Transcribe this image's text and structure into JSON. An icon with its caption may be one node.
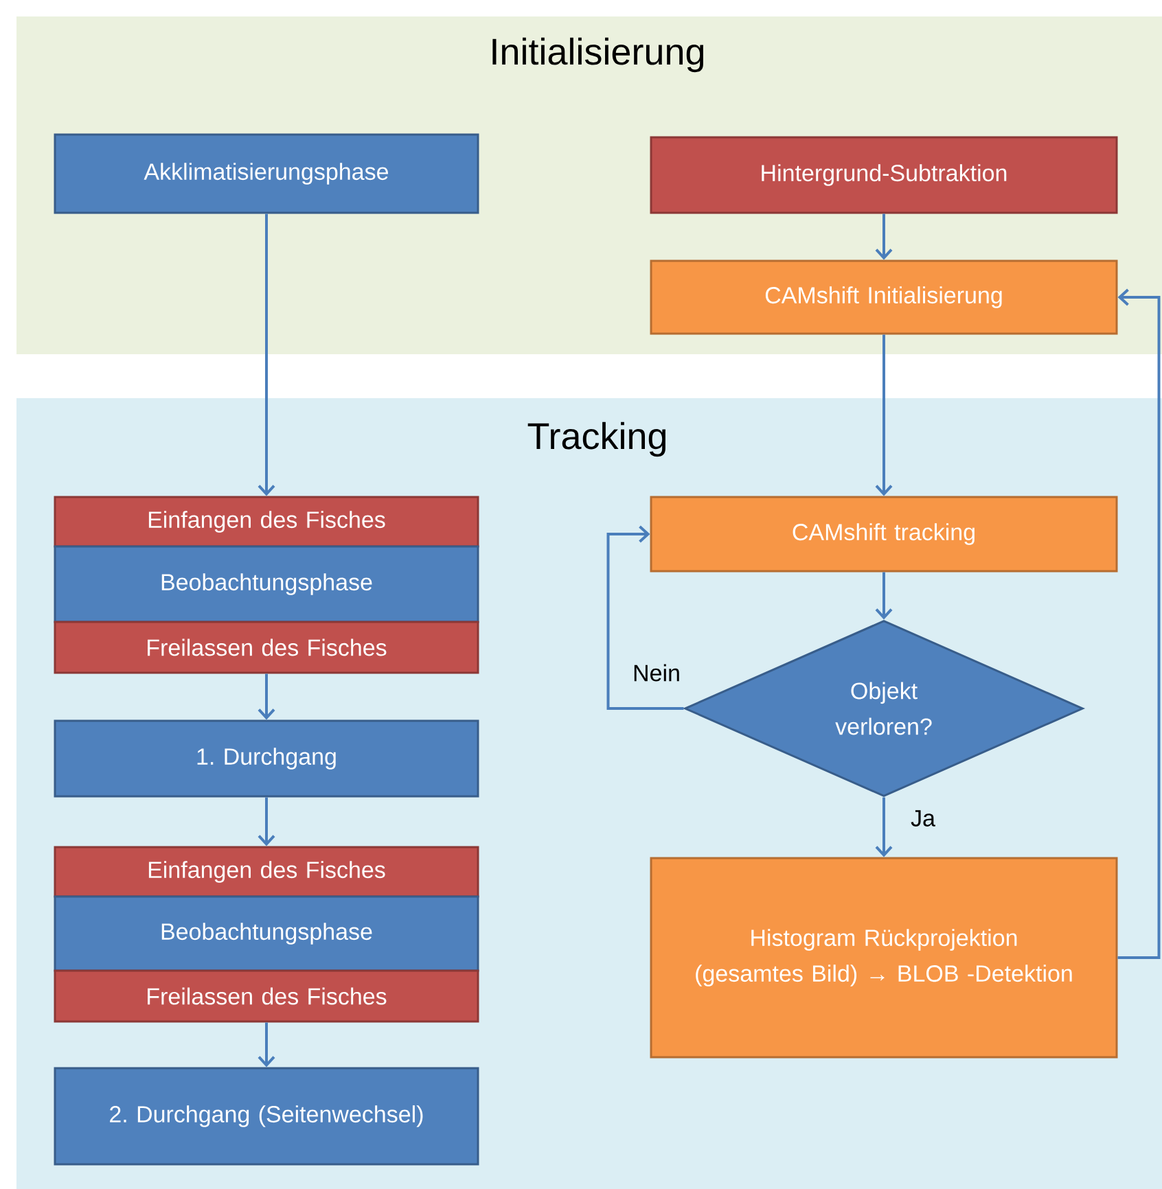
{
  "diagram": {
    "nodes": [
      {
        "text": [
          "Initialisierung"
        ]
      },
      {
        "text": [
          "Tracking"
        ]
      },
      {
        "text": [
          "Akklimatisierungsphase"
        ],
        "in": 0
      },
      {
        "text": [
          "Hintergrund-Subtraktion"
        ],
        "in": 0
      },
      {
        "text": [
          "CAMshift Initialisierung"
        ],
        "in": 0
      },
      {
        "text": [
          "Einfangen des Fisches"
        ],
        "in": 1
      },
      {
        "text": [
          "Beobachtungsphase"
        ],
        "in": 1
      },
      {
        "text": [
          "Freilassen des Fisches"
        ],
        "in": 1
      },
      {
        "text": [
          "1. Durchgang"
        ],
        "in": 1
      },
      {
        "text": [
          "Einfangen des Fisches"
        ],
        "in": 1
      },
      {
        "text": [
          "Beobachtungsphase"
        ],
        "in": 1
      },
      {
        "text": [
          "Freilassen des Fisches"
        ],
        "in": 1
      },
      {
        "text": [
          "2. Durchgang (Seitenwechsel)"
        ],
        "in": 1
      },
      {
        "text": [
          "CAMshift tracking"
        ],
        "in": 1
      },
      {
        "text": [
          "Objekt verloren?"
        ],
        "in": 1
      },
      {
        "text": [
          "Histogram Rückprojektion (gesamtes Bild) → BLOB -Detektion"
        ],
        "in": 1
      }
    ],
    "edges": [
      {
        "from": 2,
        "to": 5,
        "arrow": "to"
      },
      {
        "from": 7,
        "to": 8,
        "arrow": "to"
      },
      {
        "from": 8,
        "to": 9,
        "arrow": "to"
      },
      {
        "from": 11,
        "to": 12,
        "arrow": "to"
      },
      {
        "from": 3,
        "to": 4,
        "arrow": "to"
      },
      {
        "from": 4,
        "to": 13,
        "arrow": "to"
      },
      {
        "from": 13,
        "to": 14,
        "arrow": "to"
      },
      {
        "from": 14,
        "to": 13,
        "arrow": "to",
        "label": "Nein"
      },
      {
        "from": 14,
        "to": 15,
        "arrow": "to",
        "label": "Ja"
      },
      {
        "from": 15,
        "to": 4,
        "arrow": "to"
      }
    ]
  }
}
